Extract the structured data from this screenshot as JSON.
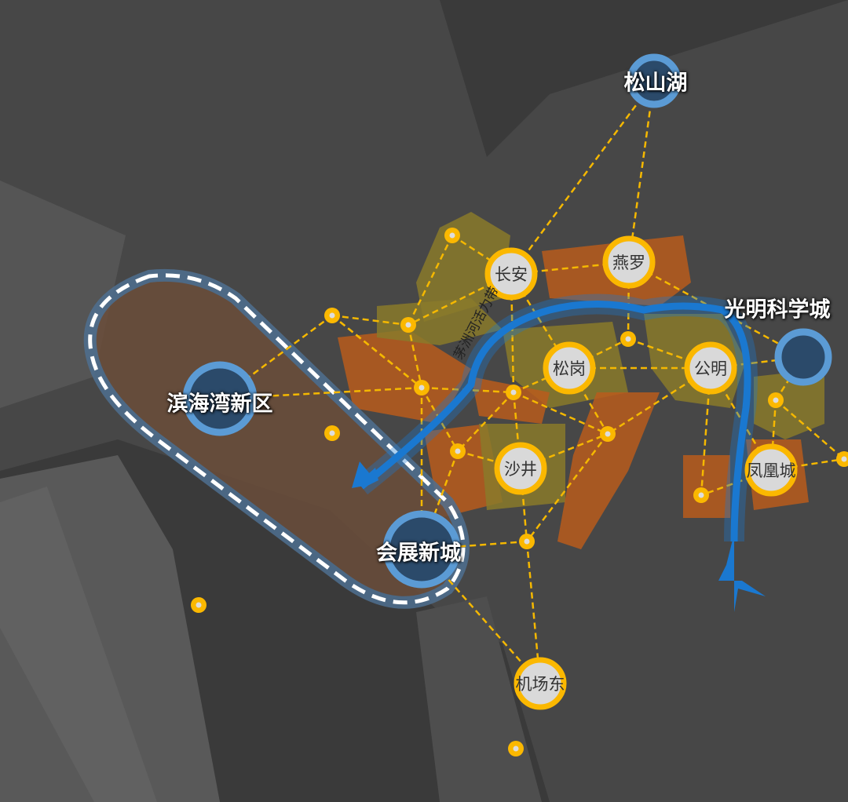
{
  "colors": {
    "background": "#3c3c3c",
    "urban_orange": "#b85c1c",
    "urban_olive": "#8a7a2a",
    "bay_zone": "#6b4d3a",
    "node_yellow": "#fbb800",
    "node_fill": "#d9d9d9",
    "hub_blue": "#5b9bd5",
    "hub_dark": "#2b4a6a",
    "river_blue": "#1a78d0",
    "link_yellow": "#f5b800"
  },
  "hubs": [
    {
      "id": "songshanhu",
      "name": "松山湖"
    },
    {
      "id": "guangming",
      "name": "光明科学城"
    },
    {
      "id": "binhaiwan",
      "name": "滨海湾新区"
    },
    {
      "id": "huizhan",
      "name": "会展新城"
    }
  ],
  "towns": [
    {
      "id": "changan",
      "name": "长安"
    },
    {
      "id": "yanluo",
      "name": "燕罗"
    },
    {
      "id": "songgang",
      "name": "松岗"
    },
    {
      "id": "gongming",
      "name": "公明"
    },
    {
      "id": "shajing",
      "name": "沙井"
    },
    {
      "id": "fenghuang",
      "name": "凤凰城"
    },
    {
      "id": "jichangdong",
      "name": "机场东"
    }
  ],
  "river_label": "茅洲河活力带",
  "icons": {
    "river_arrow": "arrow-down-left-icon"
  }
}
